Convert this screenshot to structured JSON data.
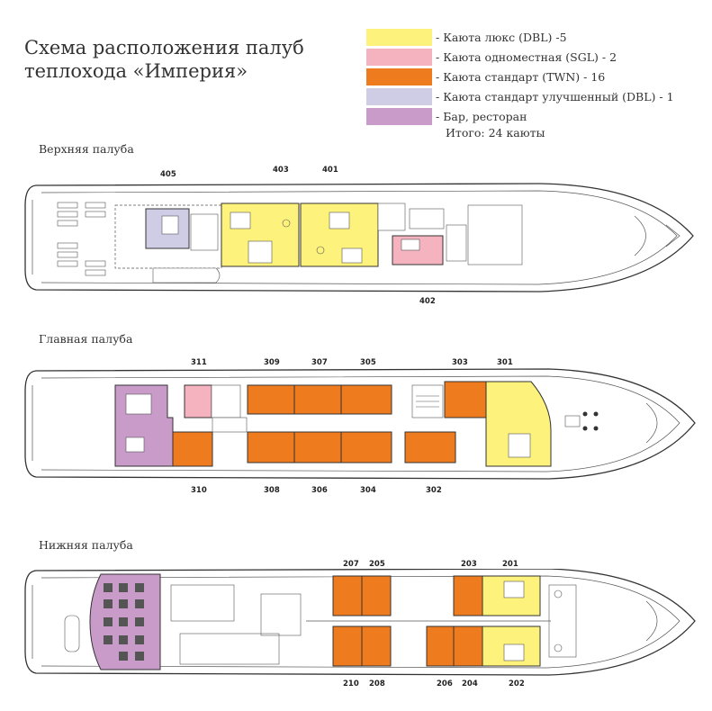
{
  "title": {
    "line1": "Схема расположения палуб",
    "line2": "теплохода «Империя»"
  },
  "legend": [
    {
      "label": "- Каюта люкс (DBL) -5",
      "color": "#fdf27b"
    },
    {
      "label": "- Каюта одноместная (SGL) - 2",
      "color": "#f4b3bf"
    },
    {
      "label": "- Каюта стандарт (TWN) - 16",
      "color": "#ef7b1f"
    },
    {
      "label": "- Каюта стандарт улучшенный (DBL) - 1",
      "color": "#cfcce6"
    },
    {
      "label": "- Бар, ресторан",
      "color": "#c99bc8"
    }
  ],
  "total": "Итого: 24 каюты",
  "decks": {
    "upper": {
      "label": "Верхняя палуба",
      "cabins_top": [
        "405",
        "403",
        "401"
      ],
      "cabins_bottom": [
        "402"
      ]
    },
    "main": {
      "label": "Главная палуба",
      "cabins_top": [
        "311",
        "309",
        "307",
        "305",
        "303",
        "301"
      ],
      "cabins_bottom": [
        "310",
        "308",
        "306",
        "304",
        "302"
      ]
    },
    "lower": {
      "label": "Нижняя палуба",
      "cabins_top": [
        "207",
        "205",
        "203",
        "201"
      ],
      "cabins_bottom": [
        "210",
        "208",
        "206",
        "204",
        "202"
      ]
    }
  },
  "colors": {
    "suite": "#fdf27b",
    "single": "#f4b3bf",
    "standard": "#ef7b1f",
    "improved": "#cfcce6",
    "bar": "#c99bc8",
    "outline": "#333333"
  }
}
